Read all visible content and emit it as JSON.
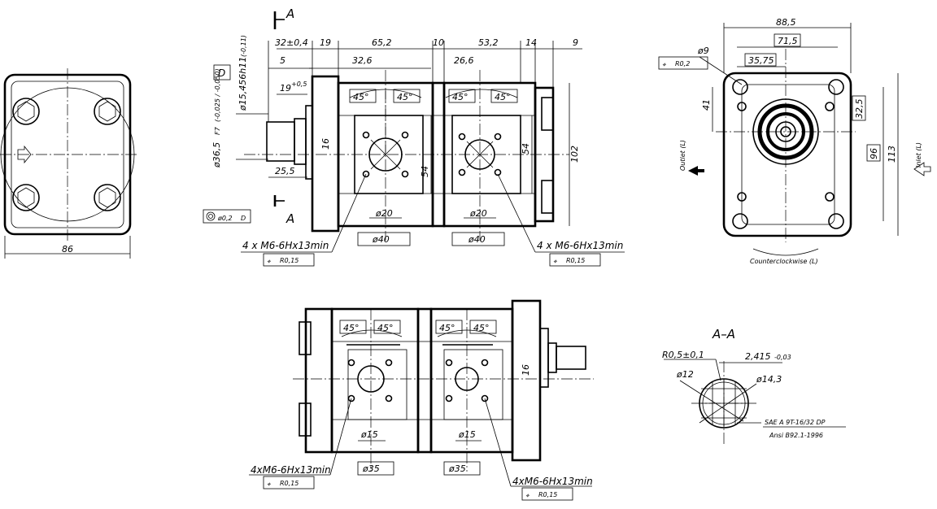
{
  "section_marks": {
    "top_a": "A",
    "bottom_a": "A",
    "section_title": "A–A"
  },
  "datum": {
    "label": "D"
  },
  "left_view": {
    "width": "86"
  },
  "front_view": {
    "dims_top": [
      "32±0,4",
      "19",
      "65,2",
      "10",
      "53,2",
      "14",
      "9"
    ],
    "dims_top2": [
      "5",
      "32,6",
      "26,6"
    ],
    "shaft_dia": "ø15,456h11",
    "shaft_tol": "(-0,11)",
    "pilot_dia": "ø36,5",
    "pilot_fit": "F7",
    "pilot_tol": "(-0,025 / -0,050)",
    "dim_19_05": "19",
    "dim_19_05_tol": "+0,5",
    "dim_16": "16",
    "dim_25_5": "25,5",
    "dim_54_a": "54",
    "dim_54_b": "54",
    "dim_102": "102",
    "angle": "45°",
    "bore_20": "ø20",
    "port_40": "ø40",
    "thread_note": "4 x M6-6Hx13min",
    "pos_tol": "R0,15",
    "concentric_tol": "ø0,2",
    "concentric_datum": "D"
  },
  "right_view": {
    "dim_88_5": "88,5",
    "dim_71_5": "71,5",
    "dim_35_75": "35,75",
    "hole_dia": "ø9",
    "pos_tol": "R0,2",
    "dim_41": "41",
    "dim_32_5": "32,5",
    "dim_96": "96",
    "dim_113": "113",
    "outlet": "Outlet (L)",
    "inlet": "Inlet (L)",
    "rotation": "Counterclockwise (L)"
  },
  "bottom_view": {
    "angle": "45°",
    "bore_15": "ø15",
    "port_35": "ø35",
    "dim_16": "16",
    "thread_note": "4xM6-6Hx13min",
    "pos_tol": "R0,15"
  },
  "section_view": {
    "radius": "R0,5±0,1",
    "dim_2_415": "2,415",
    "dim_2_415_tol": "-0,03",
    "dia_12": "ø12",
    "dia_14_3": "ø14,3",
    "spline_std": "SAE A 9T-16/32 DP",
    "ansi": "Ansi B92.1-1996"
  }
}
